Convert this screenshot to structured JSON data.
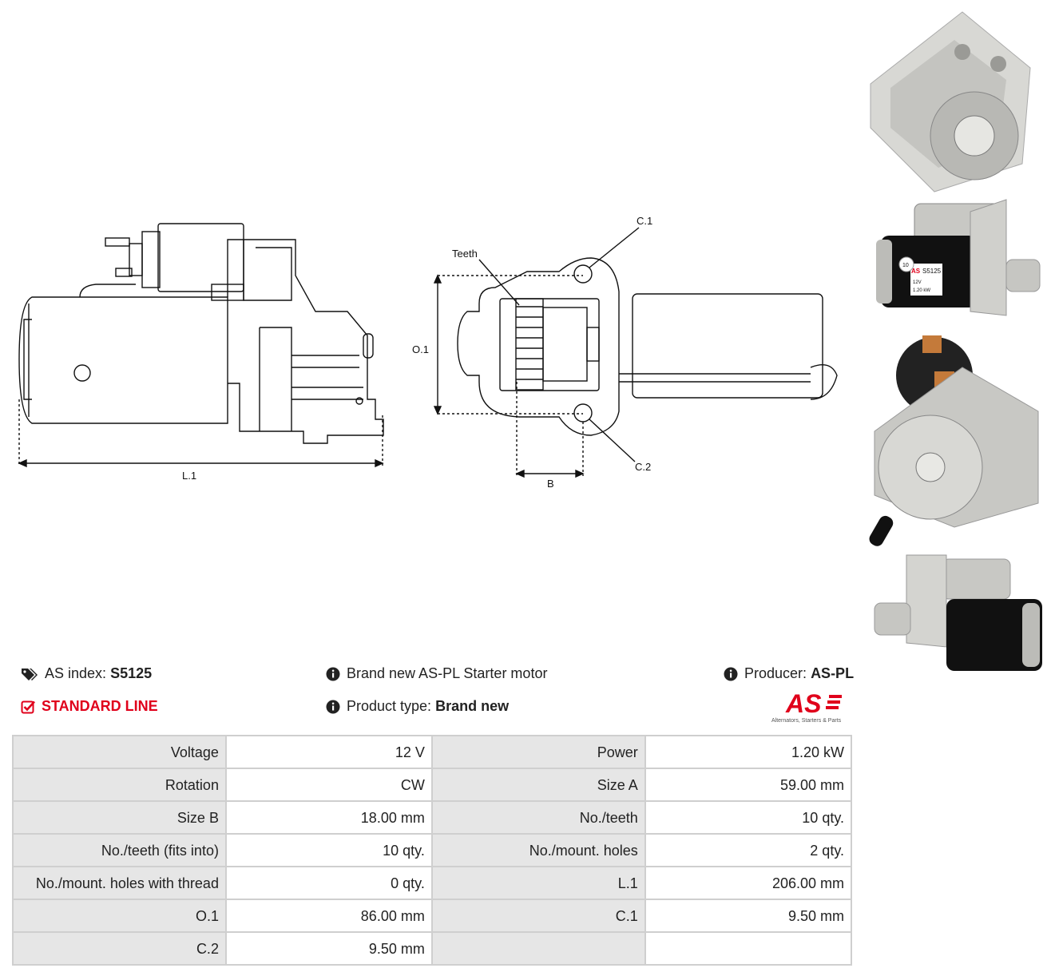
{
  "drawing": {
    "labels": {
      "l1": "L.1",
      "teeth": "Teeth",
      "c1": "C.1",
      "o1": "O.1",
      "c2": "C.2",
      "b": "B"
    }
  },
  "photos": {
    "label_tag": "AS",
    "label_index": "S5125",
    "label_spec_line": "12V",
    "label_power_line": "1.20 kW",
    "label_sticker": "10"
  },
  "info": {
    "as_index_label": "AS index:",
    "as_index_value": "S5125",
    "line": "STANDARD LINE",
    "description": "Brand new AS-PL Starter motor",
    "product_type_label": "Product type:",
    "product_type_value": "Brand new",
    "producer_label": "Producer:",
    "producer_value": "AS-PL",
    "logo_text": "AS",
    "logo_tagline": "Alternators, Starters & Parts"
  },
  "colors": {
    "accent_red": "#e0001b",
    "table_key_bg": "#e6e6e6",
    "table_border": "#cfcfcf"
  },
  "specs": [
    {
      "k1": "Voltage",
      "v1": "12 V",
      "k2": "Power",
      "v2": "1.20 kW"
    },
    {
      "k1": "Rotation",
      "v1": "CW",
      "k2": "Size A",
      "v2": "59.00 mm"
    },
    {
      "k1": "Size B",
      "v1": "18.00 mm",
      "k2": "No./teeth",
      "v2": "10 qty."
    },
    {
      "k1": "No./teeth (fits into)",
      "v1": "10 qty.",
      "k2": "No./mount. holes",
      "v2": "2 qty."
    },
    {
      "k1": "No./mount. holes with thread",
      "v1": "0 qty.",
      "k2": "L.1",
      "v2": "206.00 mm"
    },
    {
      "k1": "O.1",
      "v1": "86.00 mm",
      "k2": "C.1",
      "v2": "9.50 mm"
    },
    {
      "k1": "C.2",
      "v1": "9.50 mm",
      "k2": "",
      "v2": ""
    }
  ]
}
